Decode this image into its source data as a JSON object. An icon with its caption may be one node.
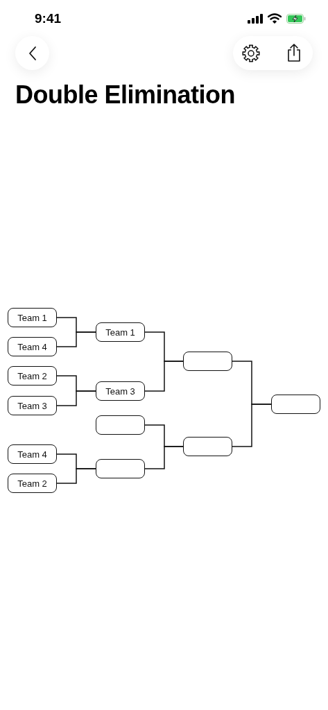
{
  "diagram": {
    "title": "Double Elimination",
    "nodes": [
      {
        "text": [
          "Team 1"
        ]
      },
      {
        "text": [
          "Team 4"
        ]
      },
      {
        "text": [
          "Team 2"
        ]
      },
      {
        "text": [
          "Team 3"
        ]
      },
      {
        "text": [
          "Team 1"
        ]
      },
      {
        "text": [
          "Team 3"
        ]
      },
      {
        "text": [],
        "shape": "box"
      },
      {
        "text": [
          "Team 4"
        ]
      },
      {
        "text": [
          "Team 2"
        ]
      },
      {
        "text": [],
        "shape": "box"
      },
      {
        "text": [],
        "shape": "box"
      },
      {
        "text": [],
        "shape": "box"
      },
      {
        "text": [],
        "shape": "box"
      }
    ],
    "edges": [
      {
        "from": 0,
        "to": 4,
        "arrow": "none"
      },
      {
        "from": 1,
        "to": 4,
        "arrow": "none"
      },
      {
        "from": 2,
        "to": 5,
        "arrow": "none"
      },
      {
        "from": 3,
        "to": 5,
        "arrow": "none"
      },
      {
        "from": 4,
        "to": 10,
        "arrow": "none"
      },
      {
        "from": 5,
        "to": 10,
        "arrow": "none"
      },
      {
        "from": 6,
        "to": 11,
        "arrow": "none"
      },
      {
        "from": 7,
        "to": 9,
        "arrow": "none"
      },
      {
        "from": 8,
        "to": 9,
        "arrow": "none"
      },
      {
        "from": 9,
        "to": 11,
        "arrow": "none"
      },
      {
        "from": 10,
        "to": 12,
        "arrow": "none"
      },
      {
        "from": 11,
        "to": 12,
        "arrow": "none"
      }
    ],
    "labels": [
      "9:41"
    ]
  }
}
